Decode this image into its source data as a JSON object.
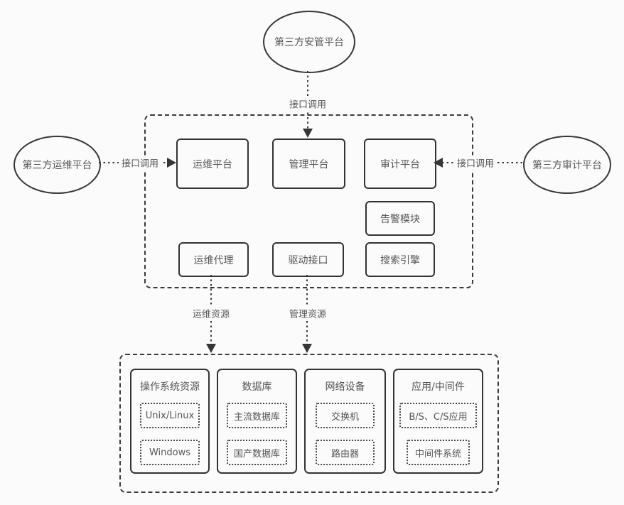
{
  "diagram": {
    "external_platforms": {
      "top": "第三方安管平台",
      "left": "第三方运维平台",
      "right": "第三方审计平台"
    },
    "arrow_labels": {
      "top": "接口调用",
      "left": "接口调用",
      "right": "接口调用",
      "ops_resource": "运维资源",
      "mgmt_resource": "管理资源"
    },
    "core": {
      "ops_platform": "运维平台",
      "mgmt_platform": "管理平台",
      "audit_platform": "审计平台",
      "alarm_module": "告警模块",
      "ops_agent": "运维代理",
      "driver_interface": "驱动接口",
      "search_engine": "搜索引擎"
    },
    "resources": {
      "groups": [
        {
          "title": "操作系统资源",
          "items": [
            "Unix/Linux",
            "Windows"
          ]
        },
        {
          "title": "数据库",
          "items": [
            "主流数据库",
            "国产数据库"
          ]
        },
        {
          "title": "网络设备",
          "items": [
            "交换机",
            "路由器"
          ]
        },
        {
          "title": "应用/中间件",
          "items": [
            "B/S、C/S应用",
            "中间件系统"
          ]
        }
      ]
    },
    "colors": {
      "line": "#363636",
      "text": "#565656",
      "background": "#fbfbfb"
    }
  }
}
